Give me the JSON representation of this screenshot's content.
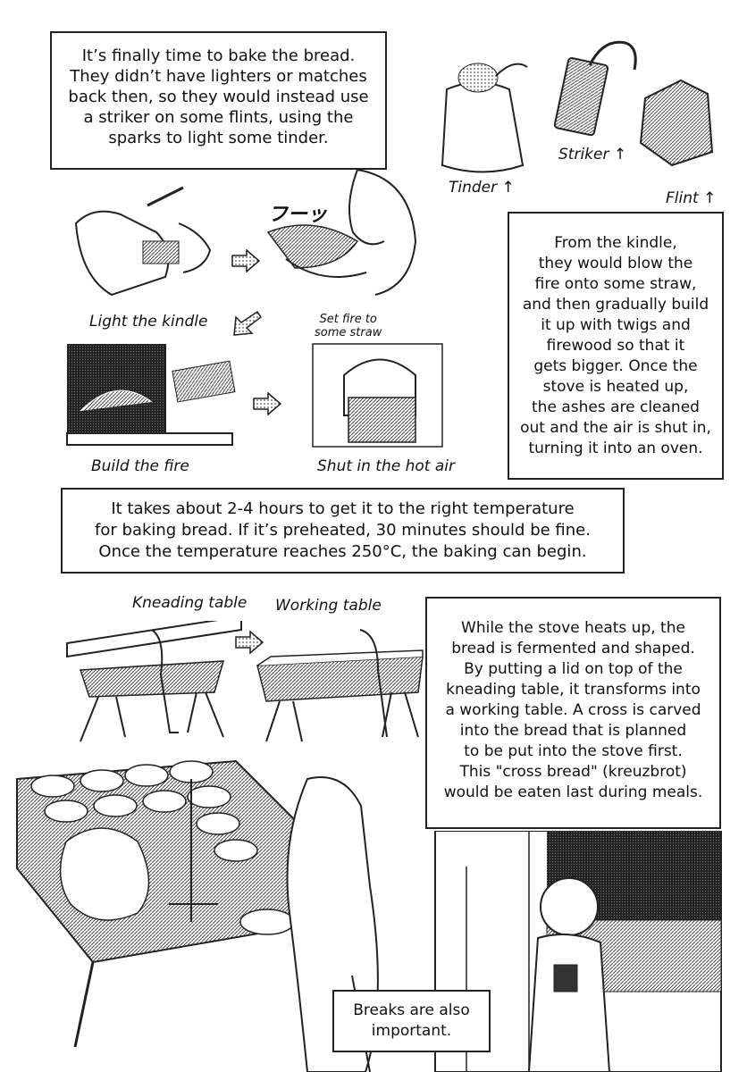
{
  "captions": {
    "intro": "It’s finally time to bake the bread.\nThey didn’t have lighters or matches\nback then, so they would instead use\na striker on some flints, using the\nsparks to light some tinder.",
    "kindle": "From the kindle,\nthey would blow the\nfire onto some straw,\nand then gradually build\nit up with twigs and\nfirewood so that it\ngets bigger. Once the\nstove is heated up,\nthe ashes are cleaned\nout and the air is shut in,\nturning it into an oven.",
    "temperature": "It takes about 2-4 hours to get it to the right temperature\nfor baking bread. If it’s preheated, 30 minutes should be fine.\nOnce the temperature reaches 250°C, the baking can begin.",
    "ferment": "While the stove heats up, the\nbread is fermented and shaped.\nBy putting a lid on top of the\nkneading table, it transforms into\na working table. A cross is carved\ninto the bread that is planned\nto be put into the stove first.\nThis \"cross bread\" (kreuzbrot)\nwould be eaten last during meals.",
    "breaks": "Breaks are also\nimportant."
  },
  "labels": {
    "tinder": "Tinder ↑",
    "striker": "Striker ↑",
    "flint": "Flint ↑",
    "light_kindle": "Light the kindle",
    "set_fire": "Set fire to\nsome straw",
    "build_fire": "Build the fire",
    "shut_hot_air": "Shut in the hot air",
    "kneading_table": "Kneading table",
    "working_table": "Working table",
    "sfx": "フーッ"
  }
}
